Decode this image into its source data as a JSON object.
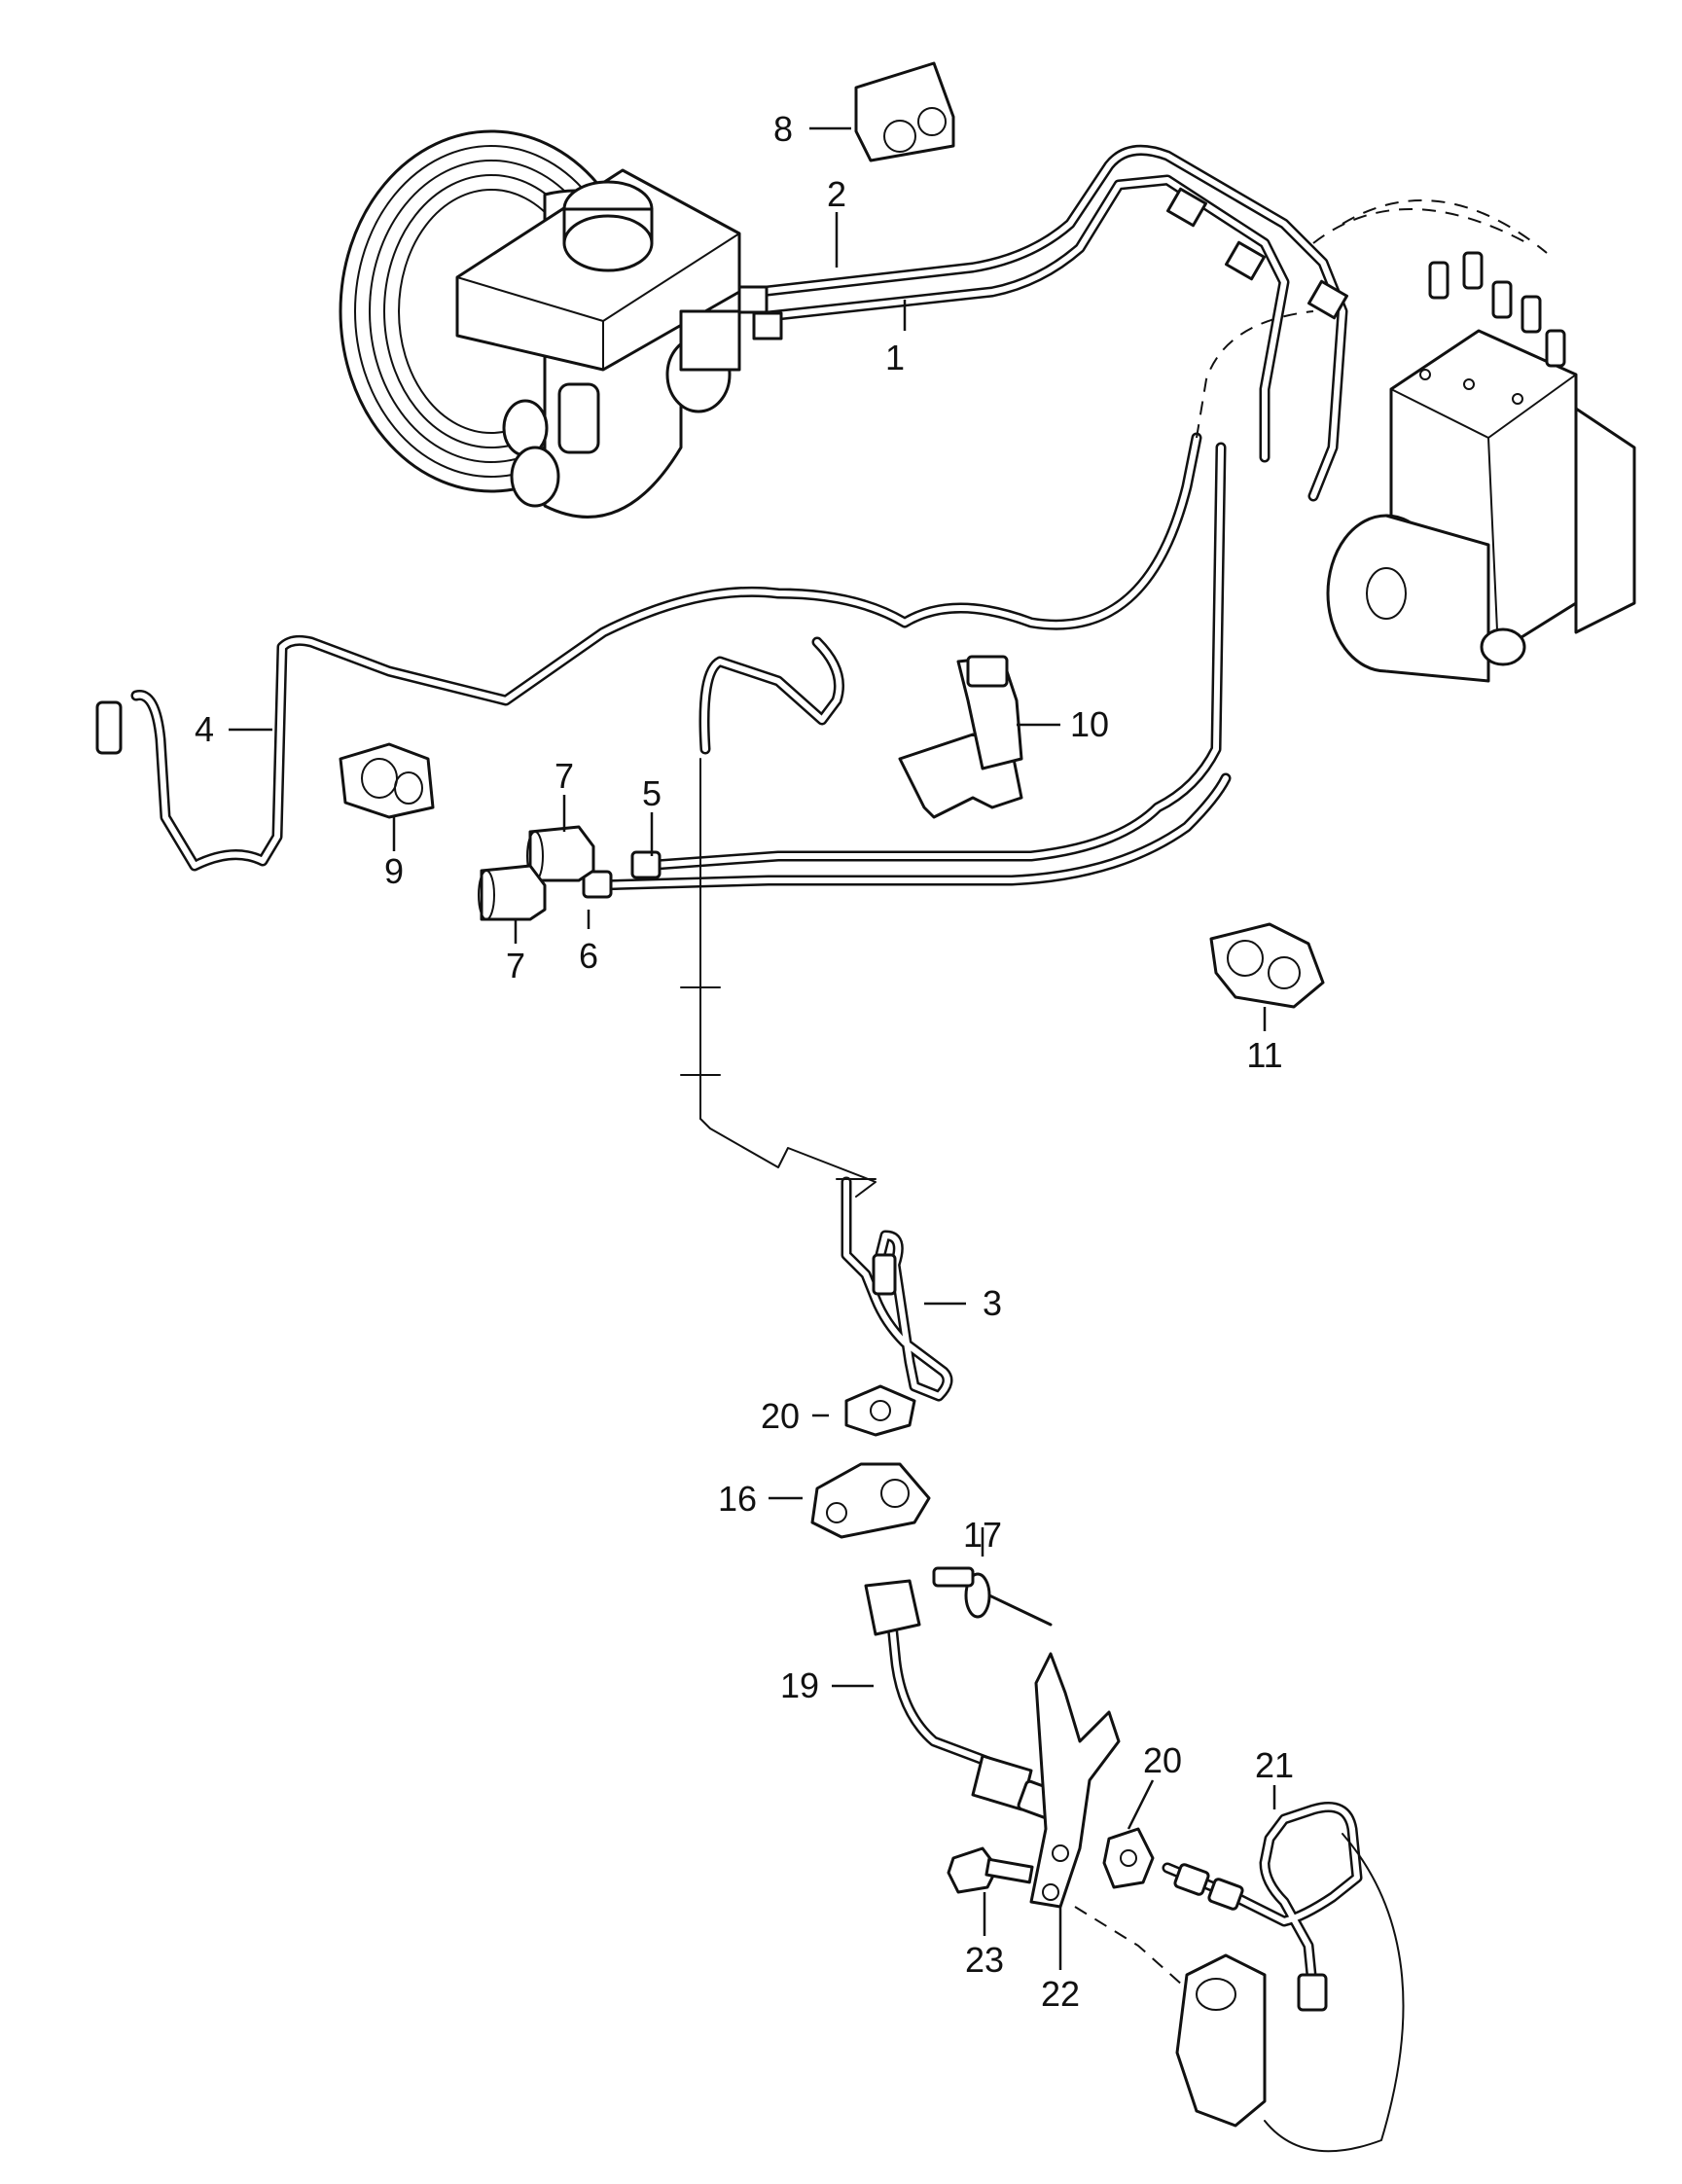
{
  "diagram": {
    "callouts": [
      {
        "id": "c1",
        "text": "1"
      },
      {
        "id": "c2",
        "text": "2"
      },
      {
        "id": "c3",
        "text": "3"
      },
      {
        "id": "c4",
        "text": "4"
      },
      {
        "id": "c5",
        "text": "5"
      },
      {
        "id": "c6",
        "text": "6"
      },
      {
        "id": "c7a",
        "text": "7"
      },
      {
        "id": "c7b",
        "text": "7"
      },
      {
        "id": "c8",
        "text": "8"
      },
      {
        "id": "c9",
        "text": "9"
      },
      {
        "id": "c10",
        "text": "10"
      },
      {
        "id": "c11",
        "text": "11"
      },
      {
        "id": "c16",
        "text": "16"
      },
      {
        "id": "c17",
        "text": "17"
      },
      {
        "id": "c19",
        "text": "19"
      },
      {
        "id": "c20a",
        "text": "20"
      },
      {
        "id": "c20b",
        "text": "20"
      },
      {
        "id": "c21",
        "text": "21"
      },
      {
        "id": "c22",
        "text": "22"
      },
      {
        "id": "c23",
        "text": "23"
      }
    ]
  }
}
